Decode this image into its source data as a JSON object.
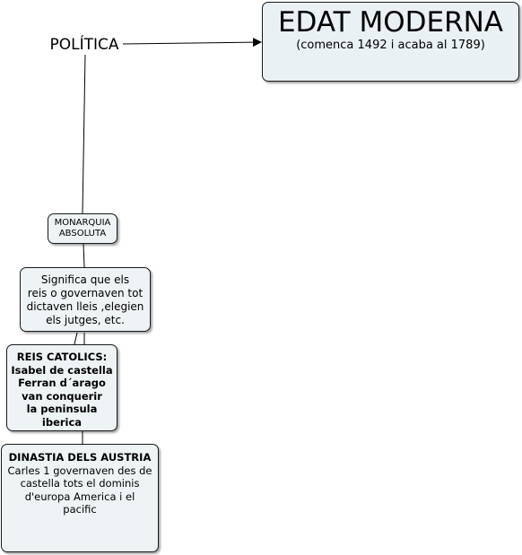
{
  "map": {
    "title": {
      "heading": "EDAT MODERNA",
      "subtitle": "(comenca 1492 i acaba al 1789)"
    },
    "politica": {
      "label": "POLÍTICA"
    },
    "monarquia": {
      "line1": "MONARQUIA",
      "line2": "ABSOLUTA"
    },
    "significa": {
      "lines": [
        "Significa que els",
        "reis o governaven tot",
        "dictaven lleis ,elegien",
        "els jutges, etc."
      ]
    },
    "reis": {
      "lines": [
        "REIS CATOLICS:",
        "Isabel de castella",
        "Ferran d´arago",
        "van conquerir",
        "la peninsula",
        "iberica"
      ]
    },
    "dinastia": {
      "heading": "DINASTIA DELS AUSTRIA",
      "lines": [
        "Carles 1 governaven des de",
        "castella tots el dominis",
        "d'europa  America i el",
        "pacific"
      ]
    }
  }
}
